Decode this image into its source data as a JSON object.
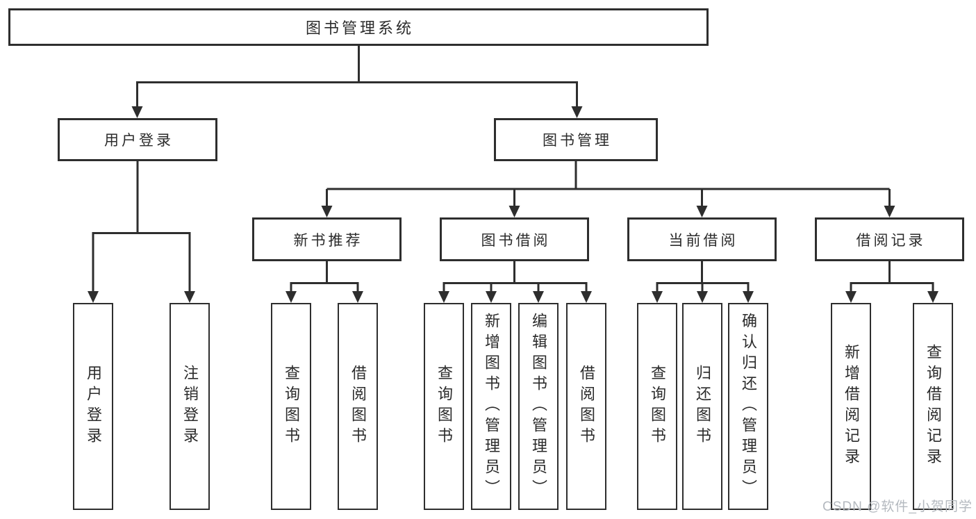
{
  "colors": {
    "line": "#2e2e2e",
    "box_border": "#2e2e2e",
    "text": "#2b2b2b",
    "watermark": "#b4b9bf",
    "background": "#ffffff"
  },
  "tree": {
    "root": {
      "label": "图书管理系统"
    },
    "userLogin": {
      "label": "用户登录",
      "children": [
        {
          "label": "用户登录"
        },
        {
          "label": "注销登录"
        }
      ]
    },
    "bookMgmt": {
      "label": "图书管理",
      "sections": [
        {
          "label": "新书推荐",
          "children": [
            {
              "label": "查询图书"
            },
            {
              "label": "借阅图书"
            }
          ]
        },
        {
          "label": "图书借阅",
          "children": [
            {
              "label": "查询图书"
            },
            {
              "label": "新增图书（管理员）"
            },
            {
              "label": "编辑图书（管理员）"
            },
            {
              "label": "借阅图书"
            }
          ]
        },
        {
          "label": "当前借阅",
          "children": [
            {
              "label": "查询图书"
            },
            {
              "label": "归还图书"
            },
            {
              "label": "确认归还（管理员）"
            }
          ]
        },
        {
          "label": "借阅记录",
          "children": [
            {
              "label": "新增借阅记录"
            },
            {
              "label": "查询借阅记录"
            }
          ]
        }
      ]
    }
  },
  "watermark": {
    "text": "CSDN @软件_小贺同学"
  }
}
